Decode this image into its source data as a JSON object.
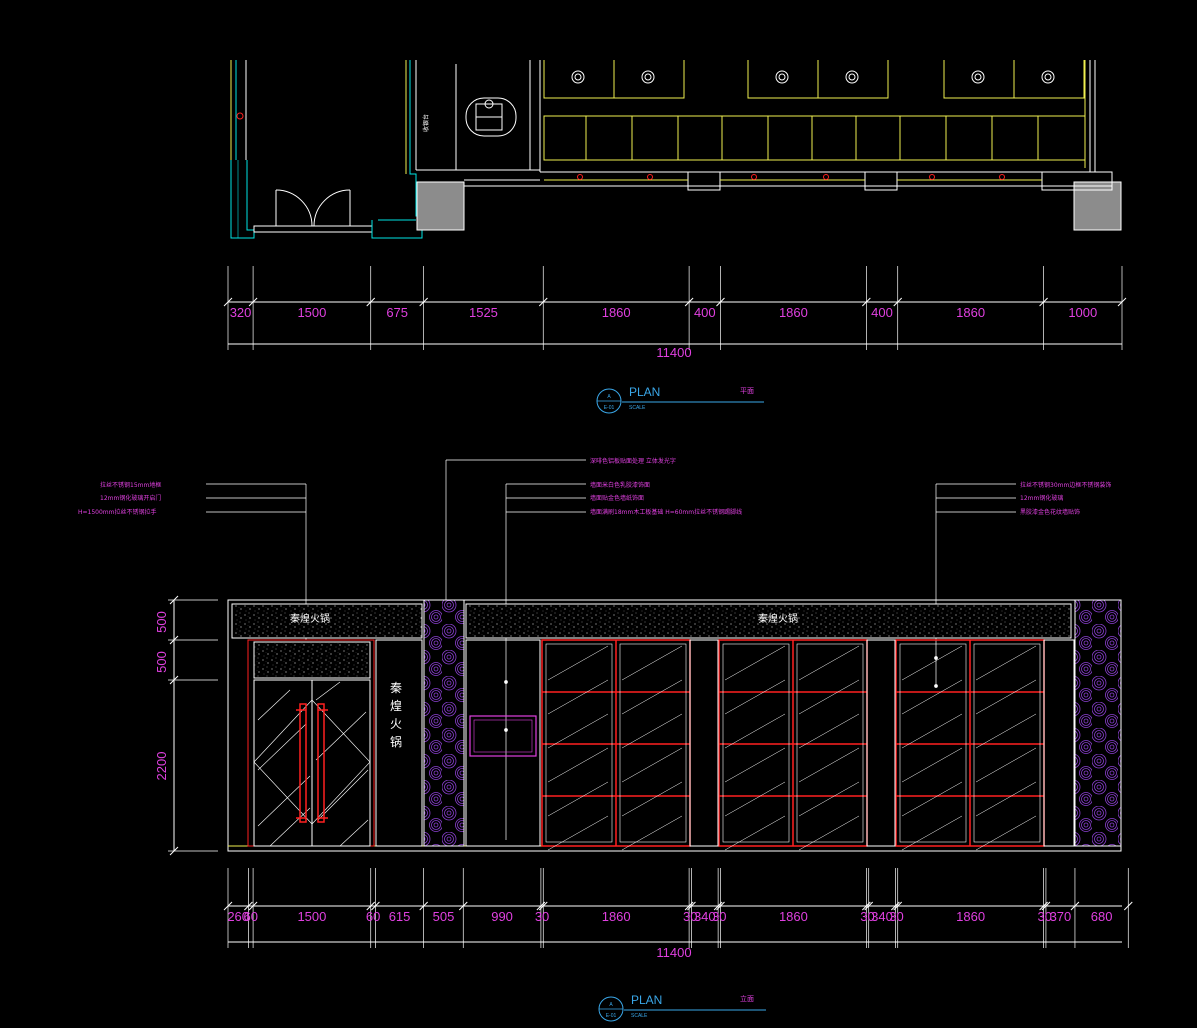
{
  "plan_view": {
    "dimensions": [
      "320",
      "1500",
      "675",
      "1525",
      "1860",
      "400",
      "1860",
      "400",
      "1860",
      "1000"
    ],
    "total": "11400",
    "title": "PLAN",
    "subtitle": "平面",
    "scale_label": "SCALE",
    "tag_letter": "A",
    "tag_sheet": "E-01",
    "counter_label": "收银台"
  },
  "elevation_view": {
    "dimensions": [
      "260",
      "60",
      "1500",
      "60",
      "615",
      "505",
      "990",
      "30",
      "1860",
      "30",
      "340",
      "30",
      "1860",
      "30",
      "340",
      "30",
      "1860",
      "30",
      "370",
      "680"
    ],
    "total": "11400",
    "vertical_dimensions": [
      "500",
      "500",
      "2200"
    ],
    "title": "PLAN",
    "subtitle": "立面",
    "scale_label": "SCALE",
    "tag_letter": "A",
    "tag_sheet": "E-01",
    "sign_text": "秦煌火锅",
    "vertical_sign": [
      "秦",
      "煌",
      "火",
      "锅"
    ]
  },
  "annotations": {
    "left": [
      "拉丝不锈钢15mm地框",
      "12mm钢化玻璃开启门",
      "H=1500mm拉丝不锈钢拉手"
    ],
    "center_top": "深啡色铝板贴面处理 立体发光字",
    "center": [
      "墙面米白色乳胶漆饰面",
      "墙面贴金色墙纸饰面",
      "墙面满刷18mm木工板基础 H=60mm拉丝不锈钢踢脚线"
    ],
    "right": [
      "拉丝不锈钢30mm边框不锈钢装饰",
      "12mm钢化玻璃",
      "黑胶漆金色花纹墙贴饰"
    ]
  },
  "colors": {
    "background": "#000000",
    "dimension_text": "#e040e0",
    "outline": "#ffffff",
    "wall_cyan": "#00e5e5",
    "cabinet_yellow": "#f0f050",
    "frame_red": "#ff2020",
    "title_blue": "#3aa7e8",
    "purple_pattern": "#8a3fd0"
  }
}
